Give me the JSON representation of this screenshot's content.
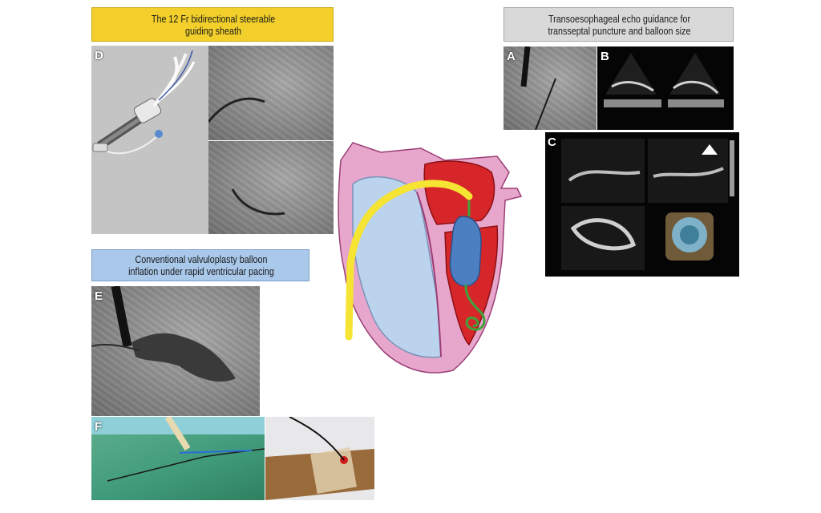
{
  "labels": {
    "sheath_title": "The 12 Fr bidirectional steerable guiding sheath",
    "tee_title": "Transoesophageal echo guidance for transseptal puncture and balloon size",
    "valvuloplasty_title": "Conventional valvuloplasty balloon inflation under rapid ventricular pacing"
  },
  "panels": {
    "A": "A",
    "B": "B",
    "C": "C",
    "D": "D",
    "E": "E",
    "F": "F"
  },
  "colors": {
    "yellow_box": "#f2cf2a",
    "gray_box": "#d9d9d9",
    "blue_box": "#a9c8ea",
    "heart_pink": "#e7a6cc",
    "heart_blue": "#bcd3ee",
    "heart_red": "#d6262a",
    "catheter_yellow": "#f5e433",
    "balloon_blue": "#4b7fc2",
    "wire_green": "#3fa33a"
  },
  "icons": {
    "device": "steerable-sheath-device-illustration",
    "heart": "heart-cross-section-diagram"
  }
}
